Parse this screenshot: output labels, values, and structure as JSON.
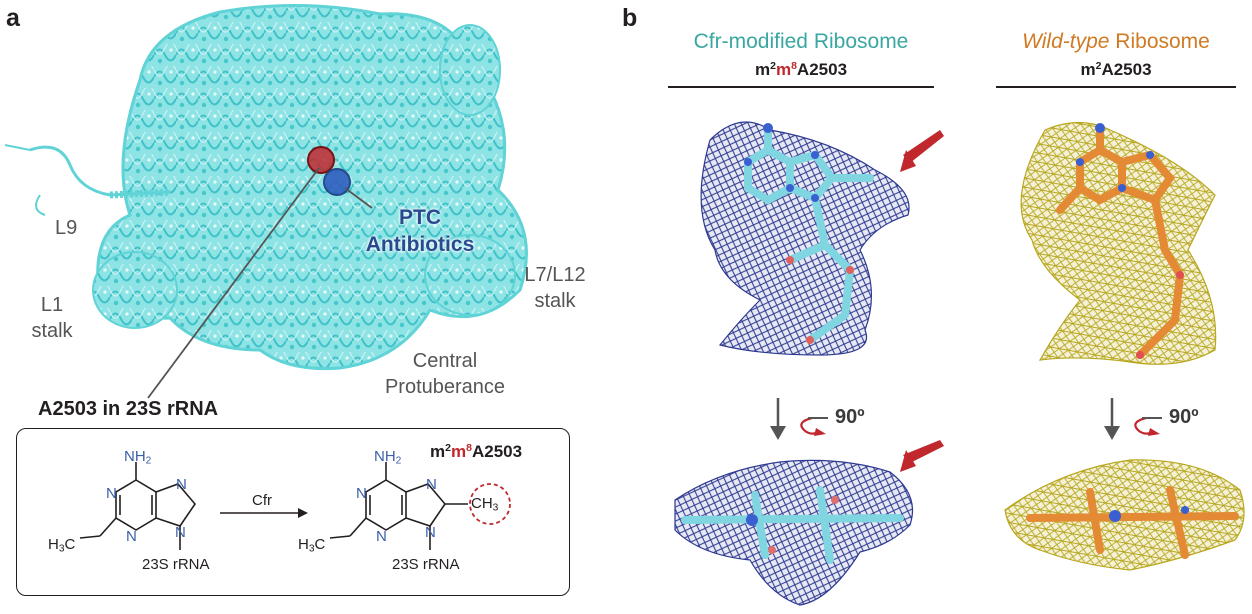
{
  "panel_a": {
    "letter": "a",
    "labels": {
      "l9": "L9",
      "l1_line1": "L1",
      "l1_line2": "stalk",
      "l7_line1": "L7/L12",
      "l7_line2": "stalk",
      "cp_line1": "Central",
      "cp_line2": "Protuberance",
      "ptc_line1": "PTC",
      "ptc_line2": "Antibiotics"
    },
    "a2503_title": "A2503 in 23S rRNA",
    "scheme": {
      "title_prefix": "m",
      "title_sup1": "2",
      "title_mid": "m",
      "title_sup2": "8",
      "title_suffix": "A2503",
      "arrow_label": "Cfr",
      "nh2": "NH",
      "nh2_sub": "2",
      "h3c": "H",
      "h3c_sub": "3",
      "h3c_c": "C",
      "ch3": "CH",
      "ch3_sub": "3",
      "rrna": "23S rRNA",
      "atom_n": "N"
    },
    "colors": {
      "ribosome": "#5fd3d6",
      "mod_site": "#c0282d",
      "ptc": "#2a4a8f"
    }
  },
  "panel_b": {
    "letter": "b",
    "cfr_column": {
      "title": "Cfr-modified Ribosome",
      "sub_m": "m",
      "sub_sup1": "2",
      "sub_m2": "m",
      "sub_sup2": "8",
      "sub_rest": "A2503"
    },
    "wt_column": {
      "title_italic": "Wild-type",
      "title_rest": " Ribosome",
      "sub_m": "m",
      "sub_sup1": "2",
      "sub_rest": "A2503"
    },
    "rotation_label": "90º",
    "colors": {
      "cfr_mesh": "#2d3990",
      "cfr_stick": "#7fd6e0",
      "wt_mesh": "#b7a71f",
      "wt_stick": "#e48a35",
      "arrow": "#c0282d"
    }
  }
}
